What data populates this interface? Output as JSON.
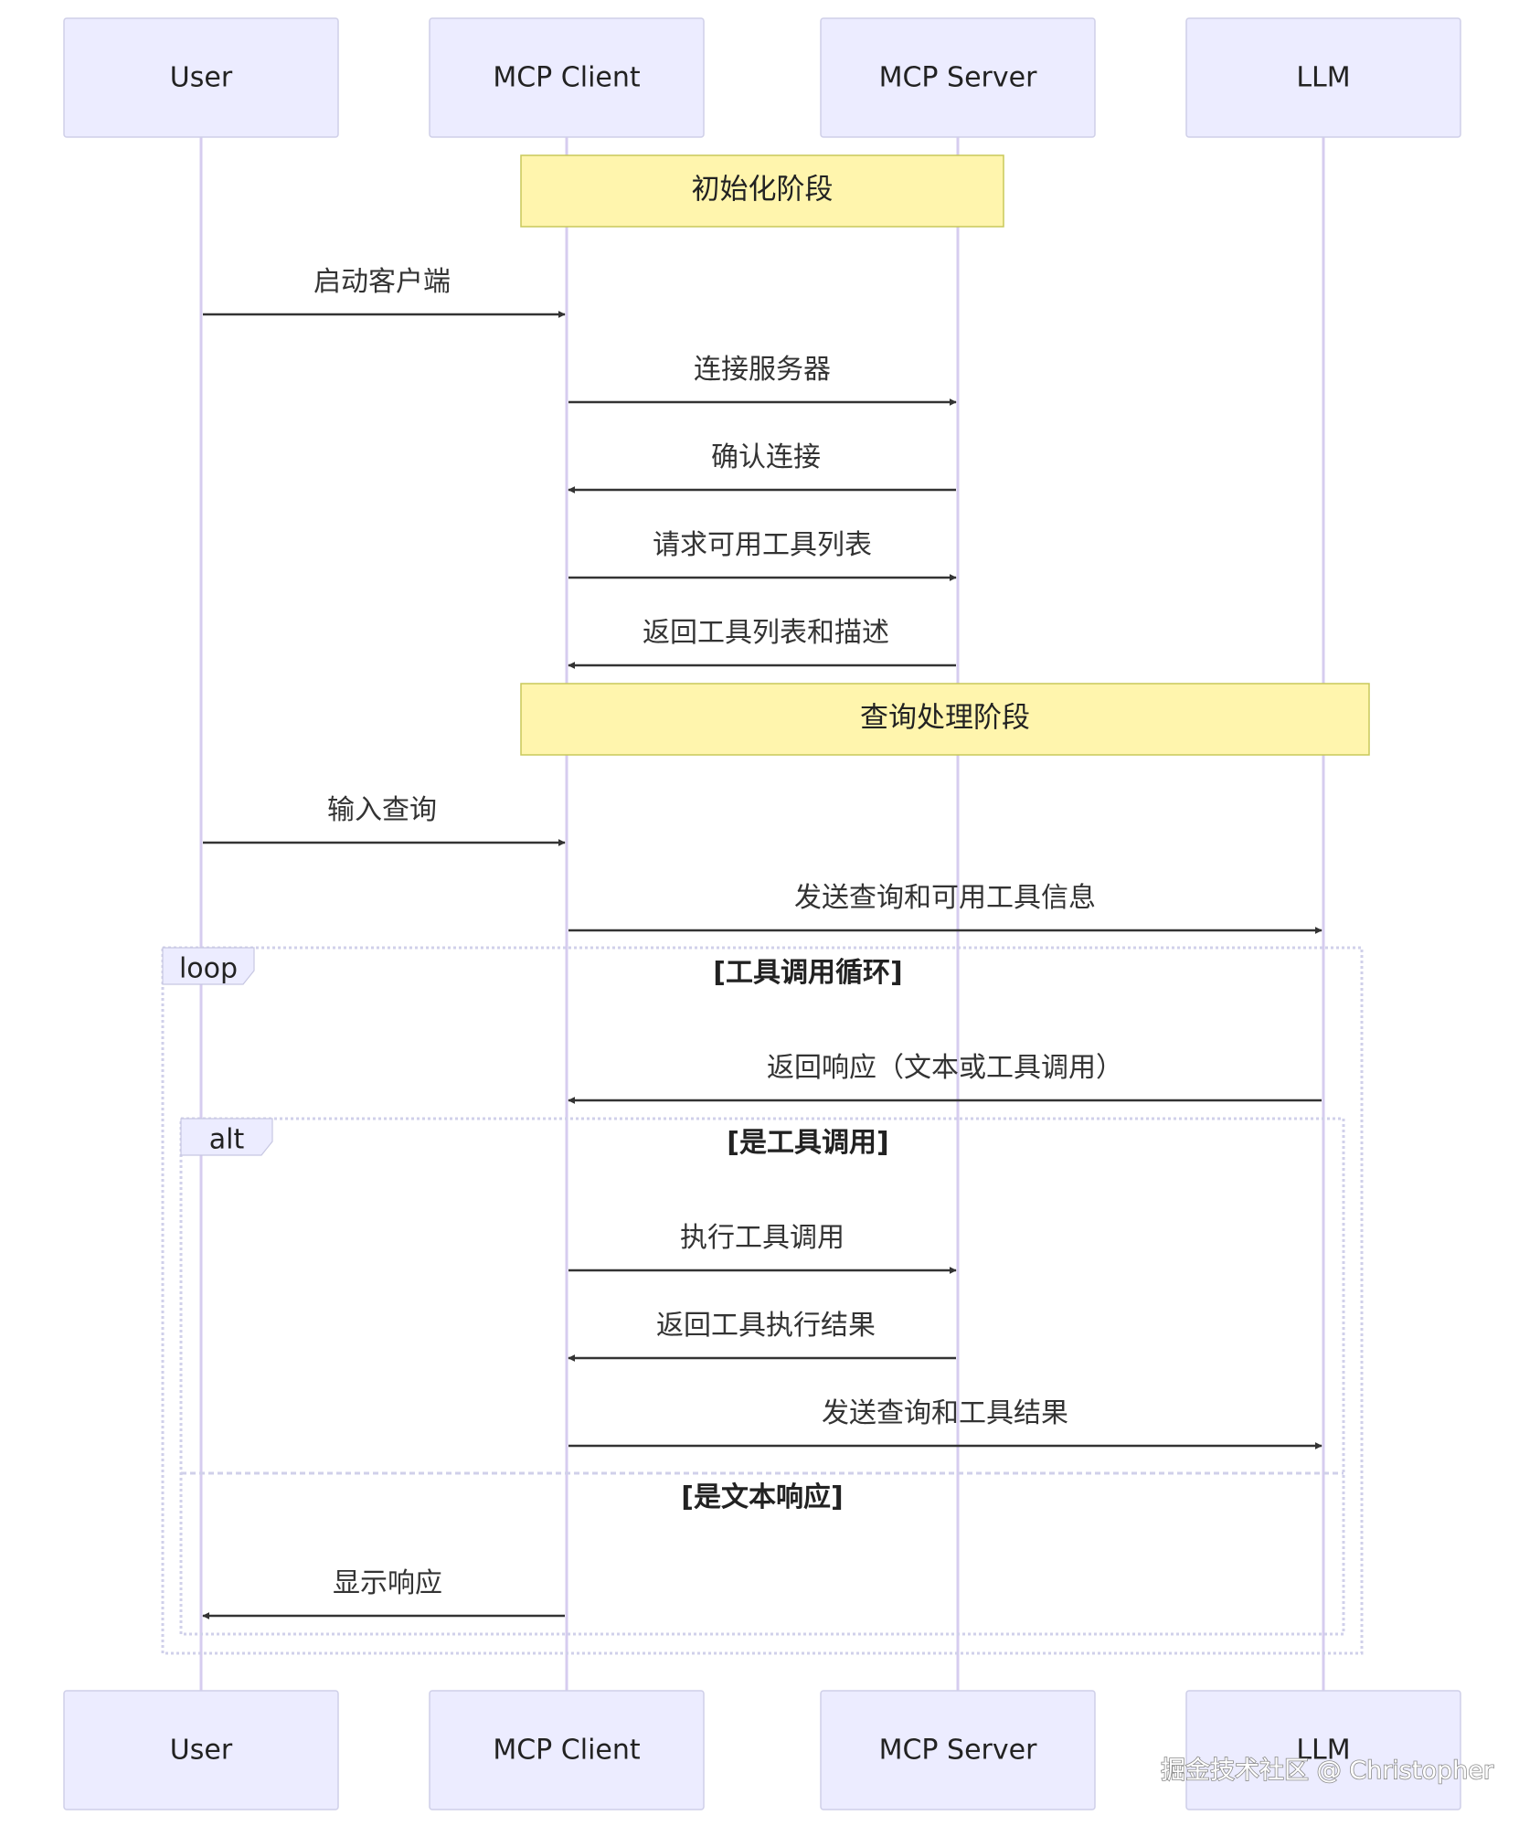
{
  "actors": [
    {
      "id": "user",
      "label": "User"
    },
    {
      "id": "client",
      "label": "MCP Client"
    },
    {
      "id": "server",
      "label": "MCP Server"
    },
    {
      "id": "llm",
      "label": "LLM"
    }
  ],
  "notes": [
    {
      "text": "初始化阶段",
      "from": "client",
      "to": "server"
    },
    {
      "text": "查询处理阶段",
      "from": "client",
      "to": "llm"
    }
  ],
  "messages": [
    {
      "text": "启动客户端",
      "from": "user",
      "to": "client"
    },
    {
      "text": "连接服务器",
      "from": "client",
      "to": "server"
    },
    {
      "text": "确认连接",
      "from": "server",
      "to": "client"
    },
    {
      "text": "请求可用工具列表",
      "from": "client",
      "to": "server"
    },
    {
      "text": "返回工具列表和描述",
      "from": "server",
      "to": "client"
    },
    {
      "text": "输入查询",
      "from": "user",
      "to": "client"
    },
    {
      "text": "发送查询和可用工具信息",
      "from": "client",
      "to": "llm"
    },
    {
      "text": "返回响应（文本或工具调用）",
      "from": "llm",
      "to": "client"
    },
    {
      "text": "执行工具调用",
      "from": "client",
      "to": "server"
    },
    {
      "text": "返回工具执行结果",
      "from": "server",
      "to": "client"
    },
    {
      "text": "发送查询和工具结果",
      "from": "client",
      "to": "llm"
    },
    {
      "text": "显示响应",
      "from": "client",
      "to": "user"
    }
  ],
  "frames": {
    "loop": {
      "label": "loop",
      "condition": "[工具调用循环]"
    },
    "alt": {
      "label": "alt",
      "condition": "[是工具调用]",
      "else_condition": "[是文本响应]"
    }
  },
  "watermark": "掘金技术社区 @ Christopher"
}
